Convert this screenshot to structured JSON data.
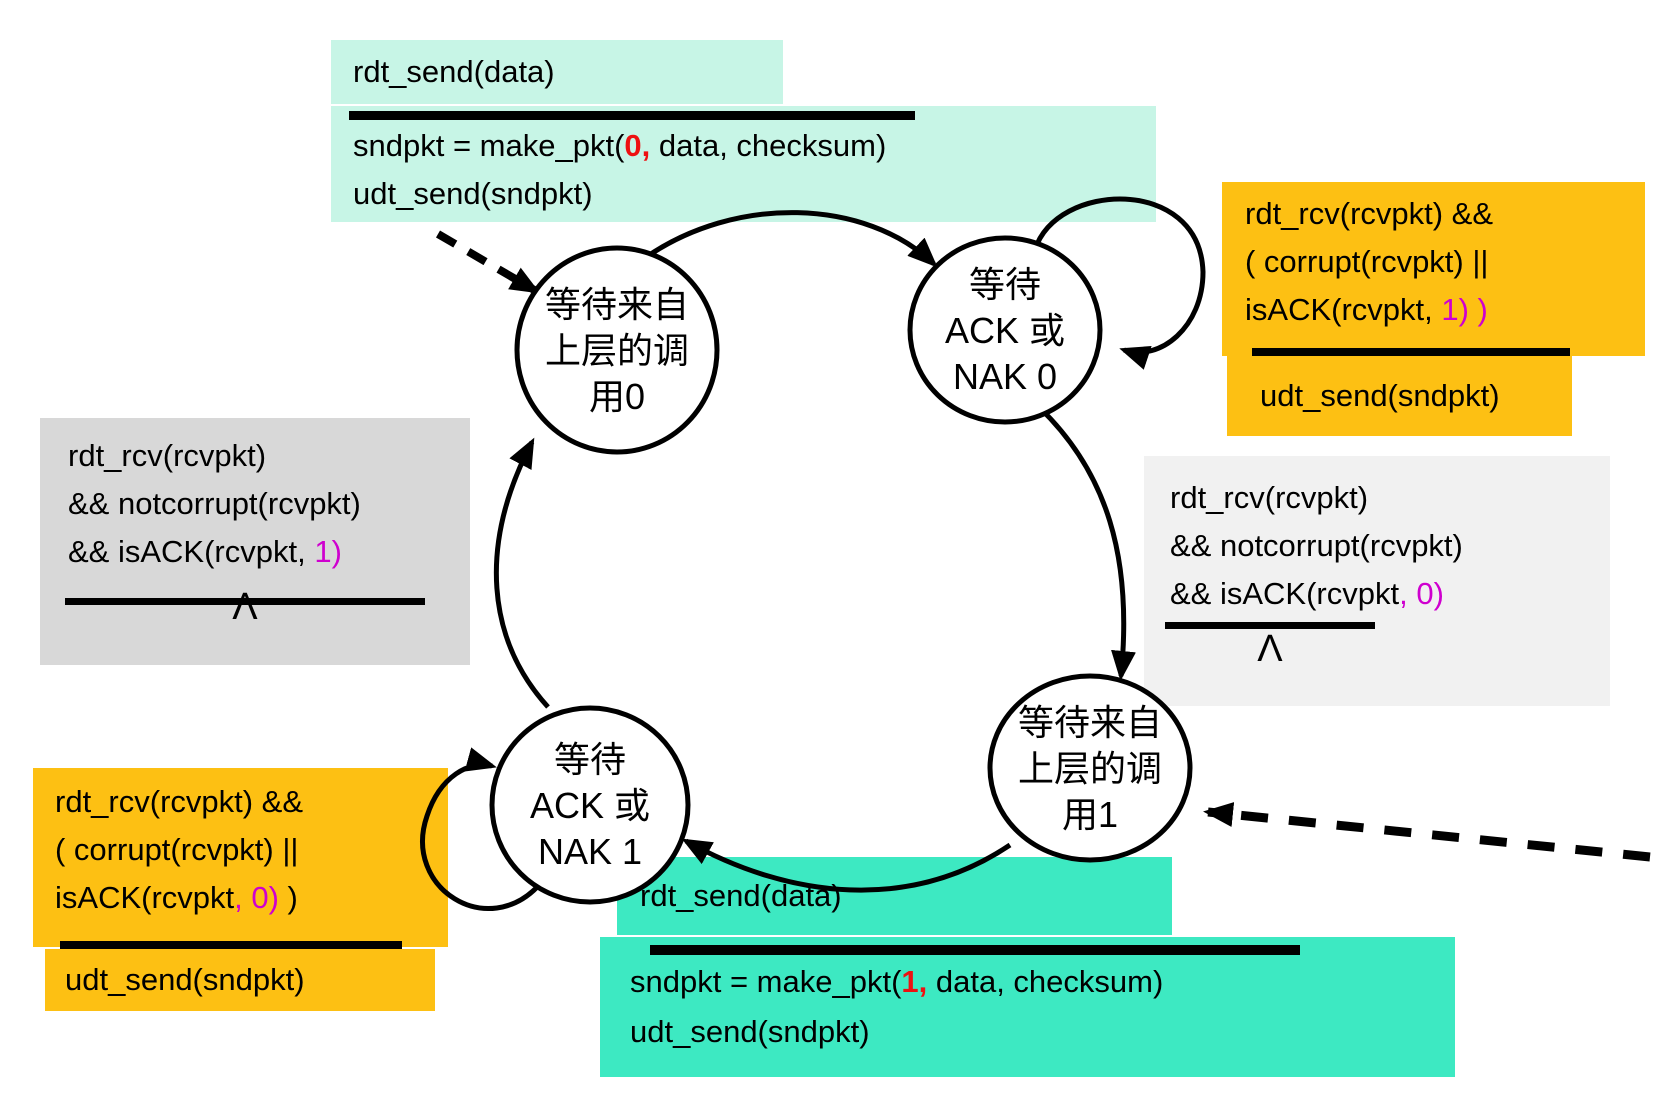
{
  "diagram": {
    "type": "fsm-state-diagram",
    "description": "rdt2.1 sender finite state machine"
  },
  "colors": {
    "mint_box": "#c7f5e6",
    "teal_box": "#3de9c2",
    "orange_box": "#fdc013",
    "gray_box": "#d8d8d8",
    "light_gray_box": "#f1f1f1",
    "highlight_red": "#ee1111",
    "highlight_magenta": "#cf00cf",
    "stroke_black": "#000000"
  },
  "states": {
    "wait_call_0": {
      "label": "等待来自\n上层的调\n用0"
    },
    "wait_ack_nak_0": {
      "label": "等待\nACK 或\nNAK 0"
    },
    "wait_ack_nak_1": {
      "label": "等待\nACK 或\nNAK 1"
    },
    "wait_call_1": {
      "label": "等待来自\n上层的调\n用1"
    }
  },
  "annotations": {
    "send0": {
      "event": "rdt_send(data)",
      "action_pre": "sndpkt = make_pkt(",
      "action_num": "0,",
      "action_post": " data, checksum)",
      "action2": "udt_send(sndpkt)"
    },
    "send1": {
      "event": "rdt_send(data)",
      "action_pre": "sndpkt = make_pkt(",
      "action_num": "1,",
      "action_post": " data, checksum)",
      "action2": "udt_send(sndpkt)"
    },
    "resend0": {
      "line1": "rdt_rcv(rcvpkt) &&",
      "line2": "( corrupt(rcvpkt) ||",
      "line3_pre": "isACK(rcvpkt, ",
      "line3_num": "1) )",
      "line3_post": "",
      "action": "udt_send(sndpkt)"
    },
    "resend1": {
      "line1": "rdt_rcv(rcvpkt) &&",
      "line2": "( corrupt(rcvpkt) ||",
      "line3_pre": "isACK(rcvpkt",
      "line3_num": ", 0)",
      "line3_post": " )",
      "action": "udt_send(sndpkt)"
    },
    "ack1_ok": {
      "line1": "rdt_rcv(rcvpkt)",
      "line2": "&& notcorrupt(rcvpkt)",
      "line3_pre": "&& isACK(rcvpkt, ",
      "line3_num": "1)",
      "action": "Λ"
    },
    "ack0_ok": {
      "line1": "rdt_rcv(rcvpkt)",
      "line2": "&& notcorrupt(rcvpkt)",
      "line3_pre": "&& isACK(rcvpkt",
      "line3_num": ", 0)",
      "action": "Λ"
    }
  }
}
